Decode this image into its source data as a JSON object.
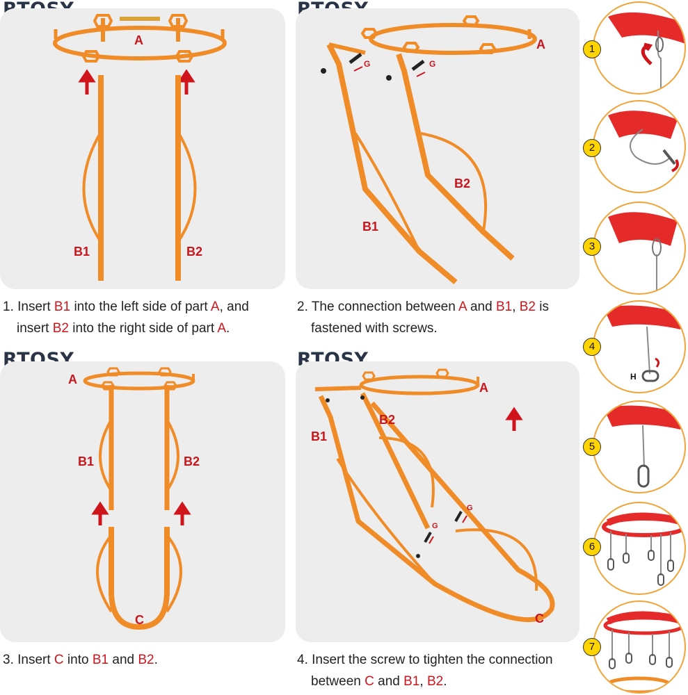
{
  "brand": "RTOSY",
  "panels": [
    {
      "id": "panel-1",
      "labels": {
        "a": "A",
        "b1": "B1",
        "b2": "B2"
      }
    },
    {
      "id": "panel-2",
      "labels": {
        "a": "A",
        "b1": "B1",
        "b2": "B2",
        "g": "G"
      }
    },
    {
      "id": "panel-3",
      "labels": {
        "a": "A",
        "b1": "B1",
        "b2": "B2",
        "c": "C"
      }
    },
    {
      "id": "panel-4",
      "labels": {
        "a": "A",
        "b1": "B1",
        "b2": "B2",
        "c": "C",
        "g": "G"
      }
    }
  ],
  "captions": {
    "c1": {
      "l1_num": "1. Insert ",
      "l1_b1": "B1",
      "l1_mid": " into the left side of part ",
      "l1_a": "A",
      "l1_end": ", and",
      "l2_pre": "insert ",
      "l2_b2": "B2",
      "l2_mid": " into the right side of part ",
      "l2_a": "A",
      "l2_end": "."
    },
    "c2": {
      "l1_num": "2. The connection between ",
      "l1_a": "A",
      "l1_mid": " and ",
      "l1_b1": "B1",
      "l1_sep": ", ",
      "l1_b2": "B2",
      "l1_end": " is",
      "l2": "fastened with screws."
    },
    "c3": {
      "num": "3. Insert ",
      "c": "C",
      "mid": " into ",
      "b1": "B1",
      "and": " and ",
      "b2": "B2",
      "end": "."
    },
    "c4": {
      "l1": "4. Insert the screw to tighten the connection",
      "l2_pre": "between ",
      "l2_c": "C",
      "l2_mid": " and ",
      "l2_b1": "B1",
      "l2_sep": ", ",
      "l2_b2": "B2",
      "l2_end": "."
    }
  },
  "steps": [
    {
      "number": "1"
    },
    {
      "number": "2"
    },
    {
      "number": "3"
    },
    {
      "number": "4",
      "label": "H"
    },
    {
      "number": "5"
    },
    {
      "number": "6"
    },
    {
      "number": "7"
    }
  ],
  "colors": {
    "frame": "#f08c28",
    "label": "#c8161d",
    "rim": "#e52a2a",
    "badge": "#ffd400",
    "circle_border": "#f0a43a",
    "panel_bg": "#ededed"
  }
}
